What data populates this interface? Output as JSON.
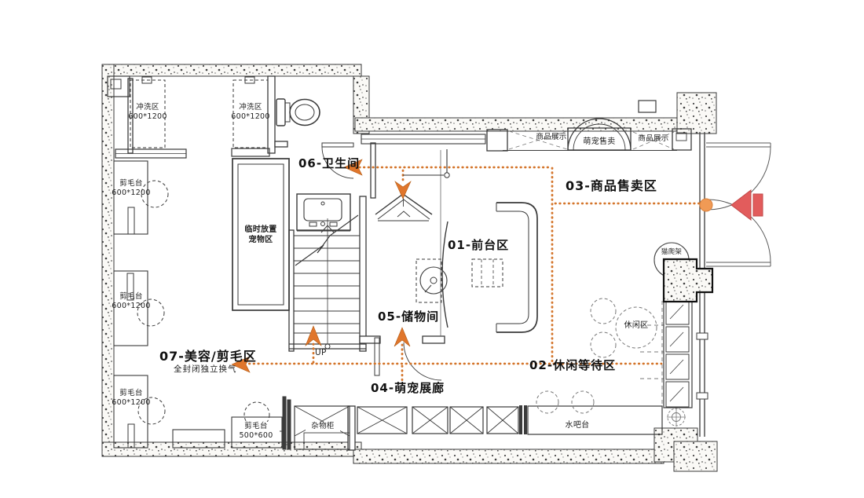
{
  "plan": {
    "title": "pet-shop-floor-plan",
    "colors": {
      "line": "#3a3a3a",
      "flow_path": "#d4752b",
      "flow_arrow": "#e0762c",
      "entrance_arrow": "#e25c5c",
      "entrance_node": "#f09a55",
      "wall_fill": "#faf9f6"
    },
    "zones": {
      "front_desk": "01-前台区",
      "wait_area": "02-休闲等待区",
      "product_sale": "03-商品售卖区",
      "pet_gallery": "04-萌宠展廊",
      "storage_room": "05-储物间",
      "toilet": "06-卫生间",
      "grooming_zone": "07-美容/剪毛区",
      "grooming_zone_note": "全封闭独立换气"
    },
    "fixtures": {
      "wash_a": "冲洗区\n600*1200",
      "wash_b": "冲洗区\n600*1200",
      "groom_table_a": "剪毛台\n600*1200",
      "groom_table_b": "剪毛台\n600*1200",
      "groom_table_c": "剪毛台\n600*1200",
      "groom_table_small": "剪毛台\n500*600",
      "temp_pet": "临时放置\n宠物区",
      "display_left": "商品展示",
      "display_right": "商品展示",
      "pet_sale_counter": "萌宠售卖",
      "cat_tree": "猫爬架",
      "leisure": "休闲区",
      "water_bar": "水吧台",
      "sundry_cabinet": "杂物柜",
      "stairs_up": "UP"
    }
  }
}
